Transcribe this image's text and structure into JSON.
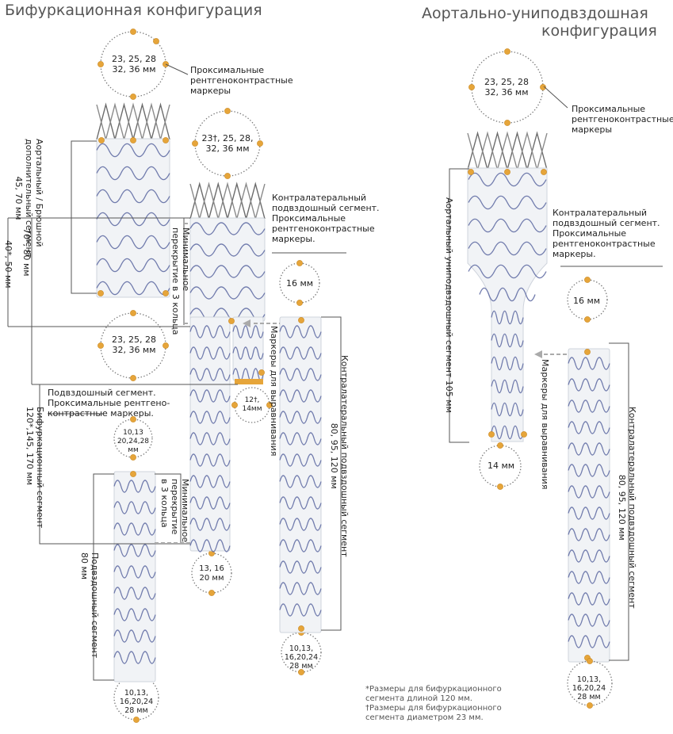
{
  "titles": {
    "left": "Бифуркационная конфигурация",
    "right_line1": "Аортально-униподвздошная",
    "right_line2": "конфигурация"
  },
  "ring_labels": {
    "prox_main": [
      "23, 25, 28",
      "32, 36 мм"
    ],
    "cuff_top": [
      "23†, 25, 28,",
      "32, 36 мм"
    ],
    "cuff_bottom": [
      "23, 25, 28",
      "32, 36 мм"
    ],
    "contra_16": [
      "16 мм"
    ],
    "align_12": [
      "12†,",
      "14мм"
    ],
    "iliac_top": [
      "10,13",
      "20,24,28",
      "мм"
    ],
    "biff_bottom": [
      "13, 16",
      "20 мм"
    ],
    "contra_bottom": [
      "10,13,",
      "16,20,24",
      "28 мм"
    ],
    "iliac_bottom": [
      "10,13,",
      "16,20,24",
      "28 мм"
    ],
    "right_prox": [
      "23, 25, 28",
      "32, 36 мм"
    ],
    "right_16": [
      "16 мм"
    ],
    "right_14": [
      "14 мм"
    ],
    "right_bottom": [
      "10,13,",
      "16,20,24",
      "28 мм"
    ]
  },
  "callouts": {
    "prox_markers": [
      "Проксимальные",
      "рентгеноконтрастные",
      "маркеры"
    ],
    "contra_markers": [
      "Контралатеральный",
      "подвздошный сегмент.",
      "Проксимальные",
      "рентгеноконтрастные",
      "маркеры."
    ],
    "iliac_markers": [
      "Подвздошный сегмент.",
      "Проксимальные рентгено-",
      "контрастные маркеры."
    ],
    "right_prox_markers": [
      "Проксимальные",
      "рентгеноконтрастные",
      "маркеры"
    ],
    "right_contra_markers": [
      "Контралатеральный",
      "подвздошный сегмент.",
      "Проксимальные",
      "рентгеноконтрастные",
      "маркеры."
    ]
  },
  "vertical_labels": {
    "aortic_cuff": [
      "Аортальный / Брюшной",
      "дополнительный сегмент",
      "45, 70 мм"
    ],
    "dim_70": "70*, 80 мм",
    "dim_40": "40*, 50 мм",
    "min_overlap_1": [
      "Минимальное",
      "перекрытие в 3 кольца"
    ],
    "align_markers": "Маркеры для выравнивания",
    "contra_iliac": [
      "Контралатеральный подвздошный сегмент",
      "80, 95, 120 мм"
    ],
    "biff_segment": [
      "Бифуркационный сегмент",
      "120*,145, 170 мм"
    ],
    "min_overlap_2": [
      "Минимальное",
      "перекрытие",
      "в 3 кольца"
    ],
    "iliac_segment": [
      "Подвздошный сегмент",
      "80 мм"
    ],
    "aui_segment": "Аортальный униподвздошный сегмент 105 мм",
    "right_align": "Маркеры для выравнивания",
    "right_contra": [
      "Контралатеральный подвздошный сегмент",
      "80, 95, 120 мм"
    ]
  },
  "footnotes": [
    "*Размеры для бифуркационного",
    "сегмента длиной 120 мм.",
    " †Размеры для бифуркационного",
    "сегмента диаметром 23 мм."
  ],
  "colors": {
    "graft": "#f1f3f6",
    "graft_edge": "#cfd4dc",
    "wire": "#5a66a0",
    "marker": "#e6a53a",
    "ring": "#777777",
    "line": "#555555",
    "dash": "#aaaaaa"
  }
}
